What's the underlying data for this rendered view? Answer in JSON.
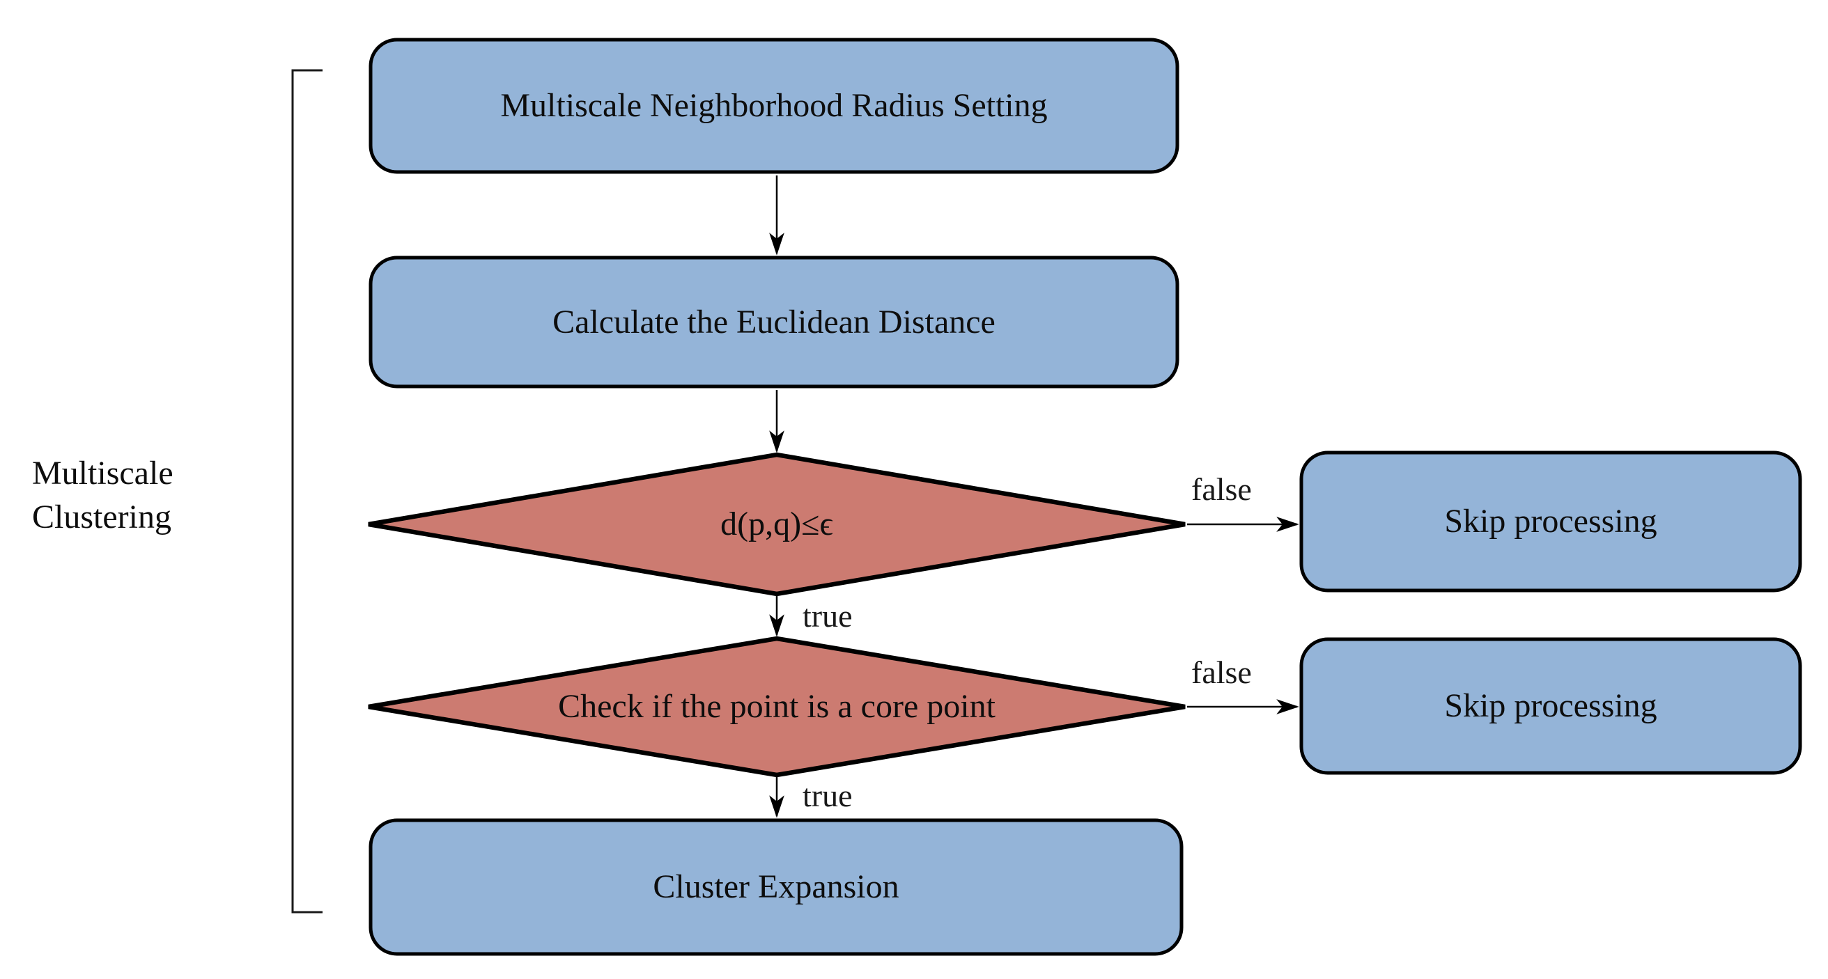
{
  "diagram": {
    "side_label": {
      "line1": "Multiscale",
      "line2": "Clustering"
    },
    "nodes": {
      "radius_setting": "Multiscale Neighborhood Radius Setting",
      "euclidean": "Calculate the Euclidean Distance",
      "distance_check": "d(p,q)≤ϵ",
      "skip_1": "Skip processing",
      "core_check": "Check if the point is a core point",
      "skip_2": "Skip processing",
      "cluster_expansion": "Cluster Expansion"
    },
    "edge_labels": {
      "true_1": "true",
      "false_1": "false",
      "true_2": "true",
      "false_2": "false"
    },
    "colors": {
      "process_fill": "#94b4d8",
      "decision_fill": "#cc7b71",
      "outline": "#000000"
    }
  }
}
